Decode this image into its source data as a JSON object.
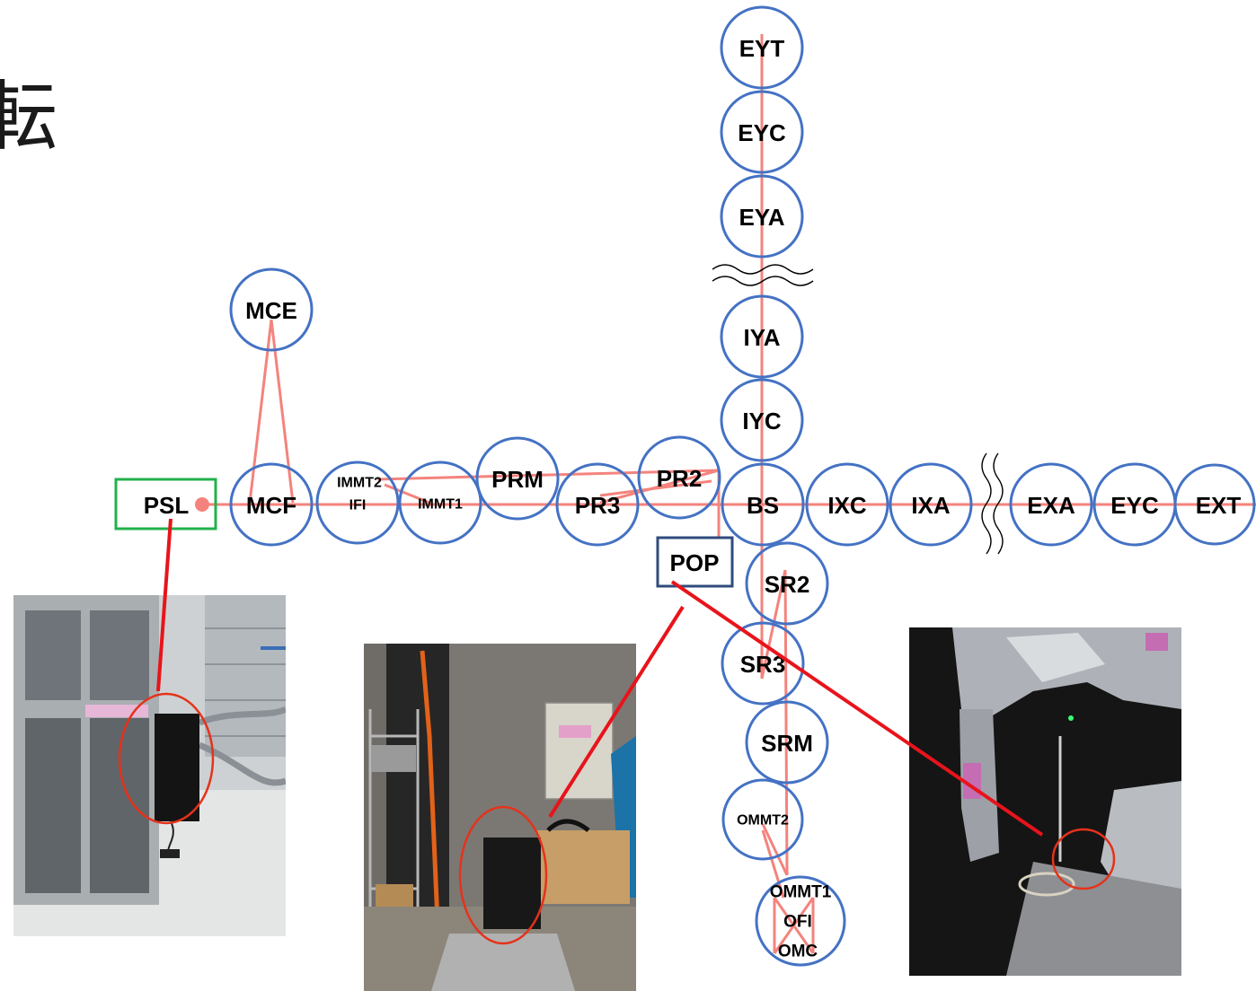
{
  "title_fragment": "転",
  "nodes": {
    "eyt": "EYT",
    "eyc_top": "EYC",
    "eya": "EYA",
    "iya": "IYA",
    "iyc": "IYC",
    "mce": "MCE",
    "mcf": "MCF",
    "immt2": "IMMT2",
    "ifi": "IFI",
    "immt1": "IMMT1",
    "prm": "PRM",
    "pr3": "PR3",
    "pr2": "PR2",
    "bs": "BS",
    "ixc": "IXC",
    "ixa": "IXA",
    "exa": "EXA",
    "eyc_right": "EYC",
    "ext": "EXT",
    "sr2": "SR2",
    "sr3": "SR3",
    "srm": "SRM",
    "ommt2": "OMMT2",
    "ommt1": "OMMT1",
    "ofi": "OFI",
    "omc": "OMC"
  },
  "boxes": {
    "psl": "PSL",
    "pop": "POP"
  },
  "colors": {
    "node_outline": "#4472C4",
    "beam": "#F4837D",
    "pointer": "#E8141B",
    "psl_box": "#22B14C",
    "pop_box": "#2F4B7C"
  }
}
